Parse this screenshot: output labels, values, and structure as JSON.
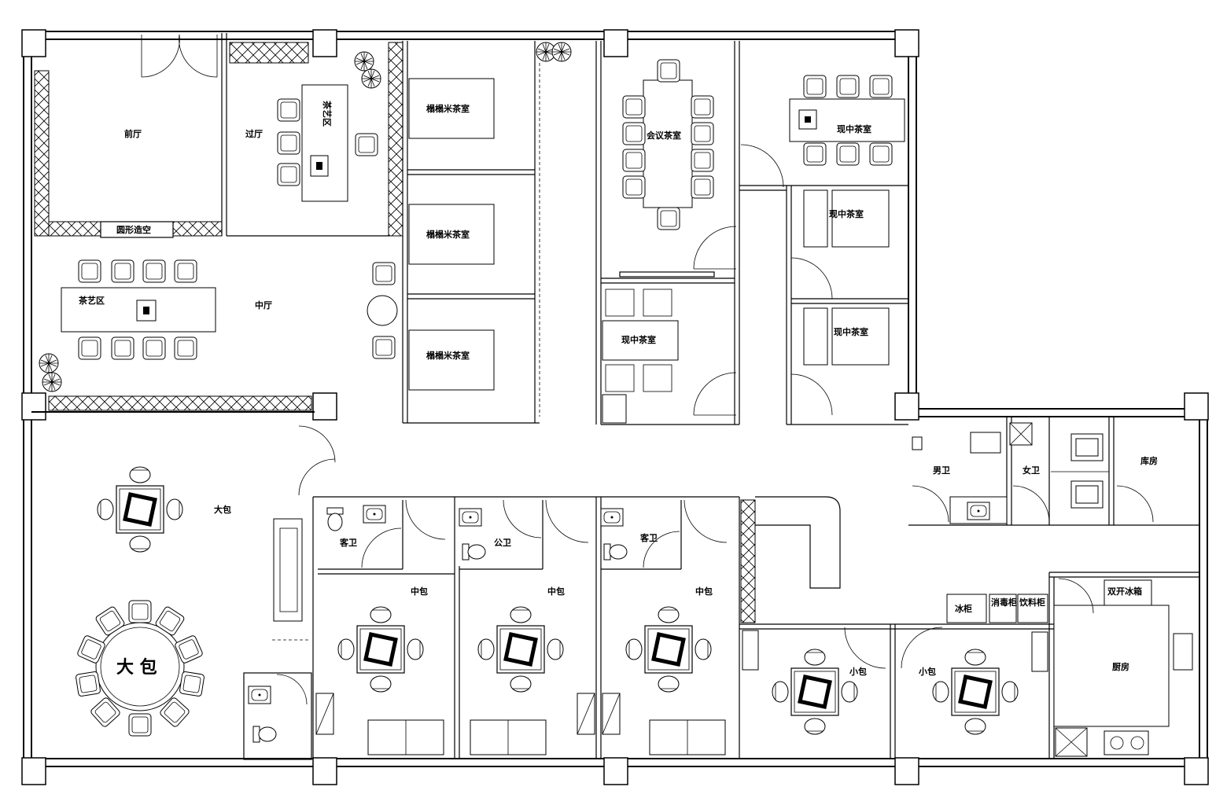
{
  "rooms": {
    "front_hall": "前厅",
    "passage_hall": "过厅",
    "screen_wall": "圆形造空",
    "tea_area_top": "茶艺区",
    "tea_area_mid": "茶艺区",
    "middle_hall": "中厅",
    "tatami_1": "榻榻米茶室",
    "tatami_2": "榻榻米茶室",
    "tatami_3": "榻榻米茶室",
    "meeting_room": "会议茶室",
    "modern_tea_1": "现中茶室",
    "modern_tea_2": "现中茶室",
    "modern_tea_3": "现中茶室",
    "modern_tea_4": "现中茶室",
    "large_room_1": "大包",
    "large_room_2": "大 包",
    "guest_wc_1": "客卫",
    "public_wc": "公卫",
    "guest_wc_2": "客卫",
    "medium_1": "中包",
    "medium_2": "中包",
    "medium_3": "中包",
    "small_1": "小包",
    "small_2": "小包",
    "men_wc": "男卫",
    "women_wc": "女卫",
    "storage": "库房",
    "fridge": "冰柜",
    "sterilizer": "消毒柜",
    "drinks": "饮料柜",
    "double_fridge": "双开冰箱",
    "kitchen": "厨房"
  }
}
